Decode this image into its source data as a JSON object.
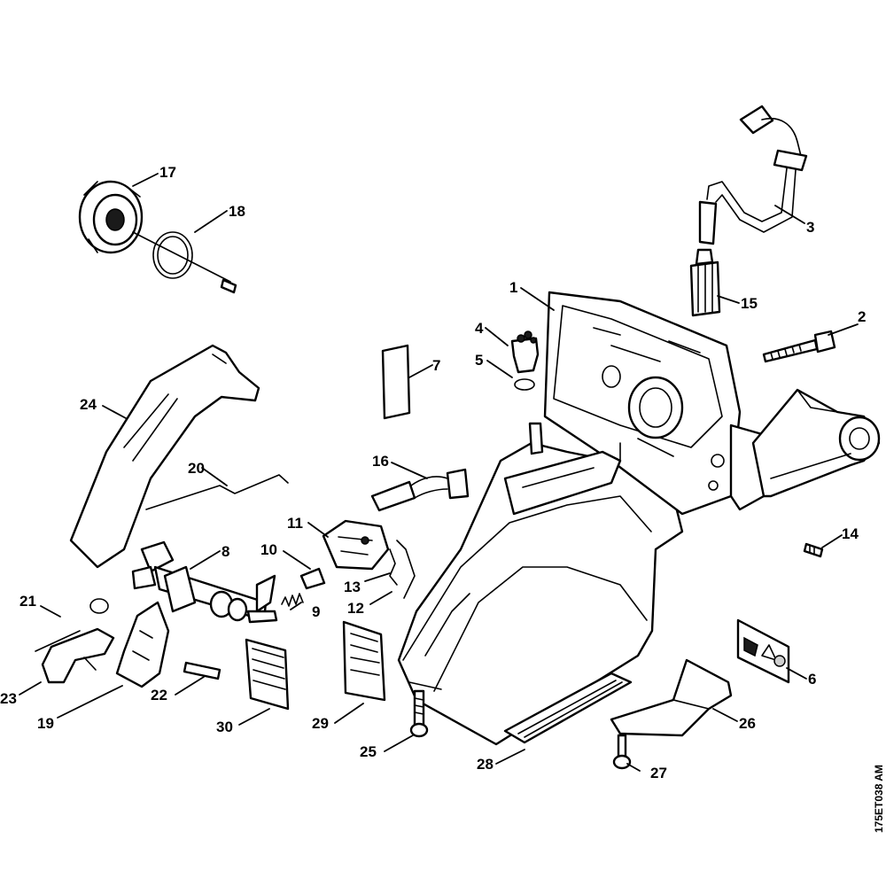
{
  "callouts": {
    "c1": "1",
    "c2": "2",
    "c3": "3",
    "c4": "4",
    "c5": "5",
    "c6": "6",
    "c7": "7",
    "c8": "8",
    "c9": "9",
    "c10": "10",
    "c11": "11",
    "c12": "12",
    "c13": "13",
    "c14": "14",
    "c15": "15",
    "c16": "16",
    "c17": "17",
    "c18": "18",
    "c19": "19",
    "c20": "20",
    "c21": "21",
    "c22": "22",
    "c23": "23",
    "c24": "24",
    "c25": "25",
    "c26": "26",
    "c27": "27",
    "c28": "28",
    "c29": "29",
    "c30": "30"
  },
  "document_id": "175ET038 AM",
  "colors": {
    "line": "#000000",
    "background": "#ffffff",
    "shading": "#cfcfcf"
  }
}
